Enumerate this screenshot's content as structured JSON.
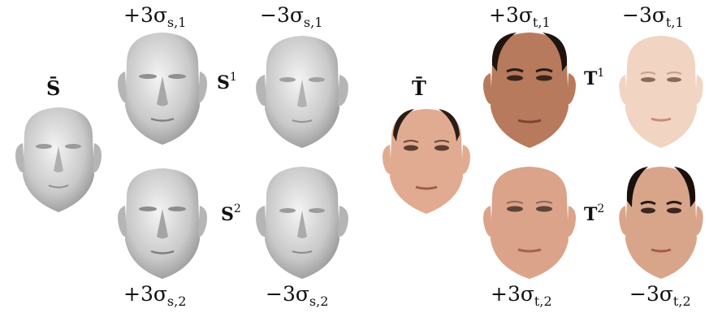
{
  "shape": {
    "mean_label": "S̄",
    "component_1": {
      "symbol": "S",
      "index": "1",
      "plus_label": "+3σ",
      "plus_sub": "s,1",
      "minus_label": "−3σ",
      "minus_sub": "s,1"
    },
    "component_2": {
      "symbol": "S",
      "index": "2",
      "plus_label": "+3σ",
      "plus_sub": "s,2",
      "minus_label": "−3σ",
      "minus_sub": "s,2"
    },
    "color": "#c9c9c9"
  },
  "texture": {
    "mean_label": "T̄",
    "component_1": {
      "symbol": "T",
      "index": "1",
      "plus_label": "+3σ",
      "plus_sub": "t,1",
      "minus_label": "−3σ",
      "minus_sub": "t,1"
    },
    "component_2": {
      "symbol": "T",
      "index": "2",
      "plus_label": "+3σ",
      "plus_sub": "t,2",
      "minus_label": "−3σ",
      "minus_sub": "t,2"
    },
    "colors": {
      "mean": "#e1ab92",
      "plus_1": "#b87a5c",
      "minus_1": "#f2d4c3",
      "plus_2": "#dba38a",
      "minus_2": "#d9a58a"
    }
  }
}
